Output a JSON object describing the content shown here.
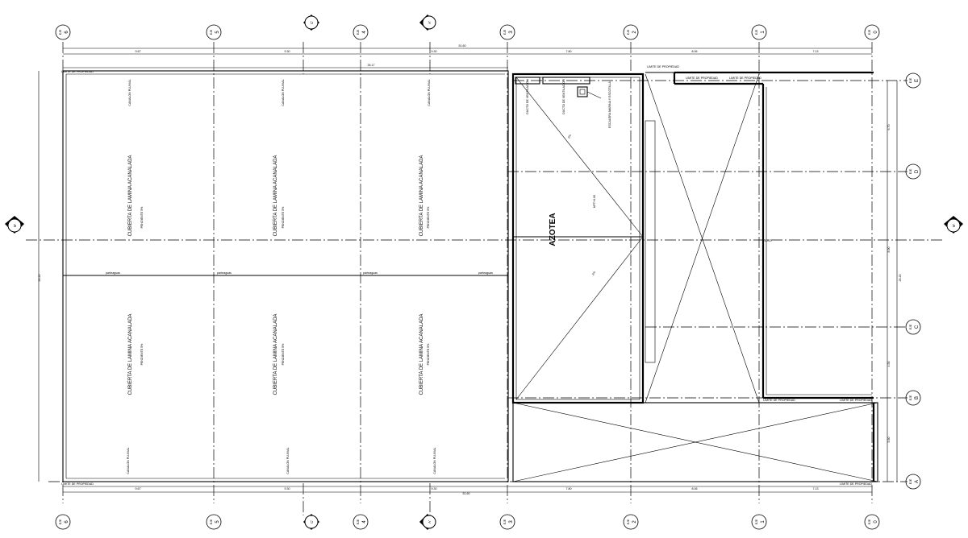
{
  "axes_top": [
    {
      "id": "6",
      "tag": "EJE"
    },
    {
      "id": "5",
      "tag": "EJE"
    },
    {
      "id": "4",
      "tag": "EJE"
    },
    {
      "id": "3",
      "tag": "EJE"
    },
    {
      "id": "2",
      "tag": "EJE"
    },
    {
      "id": "1",
      "tag": "EJE"
    },
    {
      "id": "0",
      "tag": "EJE"
    }
  ],
  "axes_right": [
    {
      "id": "E",
      "tag": "EJE"
    },
    {
      "id": "D",
      "tag": "EJE"
    },
    {
      "id": "C",
      "tag": "EJE"
    },
    {
      "id": "B",
      "tag": "EJE"
    },
    {
      "id": "A",
      "tag": "EJE"
    }
  ],
  "sections": {
    "c": "C'",
    "a": "A'",
    "b": "B'"
  },
  "dims": {
    "total_h": "51.60",
    "spans": [
      "9.67",
      "9.30",
      "9.30",
      "7.80",
      "8.06",
      "7.13"
    ],
    "total_v": "26.20",
    "v_segments": [
      "6.70",
      "8.90",
      "4.50",
      "5.80"
    ],
    "mid": "26.17",
    "small_30": "30.00"
  },
  "labels": {
    "roof": "CUBIERTA DE LAMINA ACANALADA",
    "slope": "PENDIENTE 5%",
    "gutter": "CANALON PLUVIAL",
    "ridge": "parteaguas",
    "azotea": "AZOTEA",
    "vent": "DUCTO DE VENTILACION",
    "ladder": "ESCALERA MARINA Y ESCOTILLA",
    "slope2": "2%",
    "property": "LIMITE DE PROPIEDAD",
    "azotea_level": "NPT+6.00"
  }
}
